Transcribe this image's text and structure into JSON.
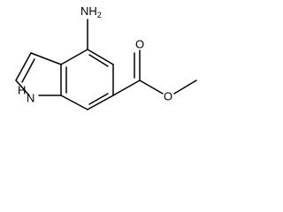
{
  "molecule": {
    "labels": {
      "amine": {
        "main": "NH",
        "sub": "2"
      },
      "indole_nh": {
        "main": "H",
        "sub": "",
        "heteroatom": "N"
      },
      "carbonyl_o": "O",
      "ester_o": "O"
    },
    "colors": {
      "bond": "#000000",
      "text": "#000000",
      "background": "#ffffff"
    }
  }
}
